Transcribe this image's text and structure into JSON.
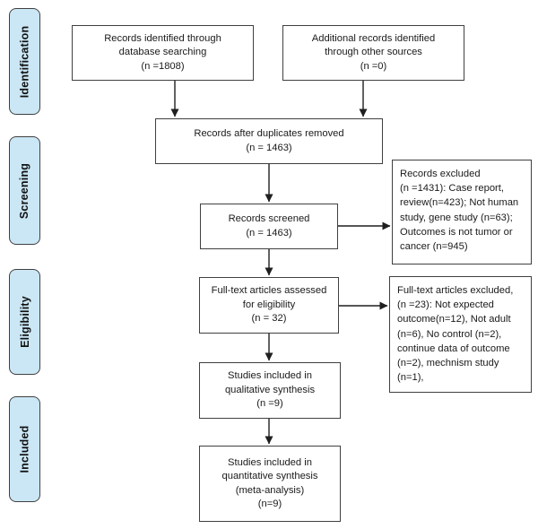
{
  "colors": {
    "stage-fill": "#cbe7f5",
    "stage-border": "#404040",
    "box-border": "#404040",
    "arrow": "#1f1f1f"
  },
  "stages": [
    {
      "label": "Identification"
    },
    {
      "label": "Screening"
    },
    {
      "label": "Eligibility"
    },
    {
      "label": "Included"
    }
  ],
  "boxes": {
    "identified_db": {
      "lines": [
        "Records identified through",
        "database searching",
        "(n =1808)"
      ]
    },
    "identified_other": {
      "lines": [
        "Additional records identified",
        "through other sources",
        "(n =0)"
      ]
    },
    "after_duplicates": {
      "lines": [
        "Records after duplicates removed",
        "(n = 1463)"
      ]
    },
    "screened": {
      "lines": [
        "Records screened",
        "(n = 1463)"
      ]
    },
    "records_excluded": {
      "lines": [
        "Records excluded",
        "(n =1431): Case report,",
        "review(n=423); Not human",
        "study, gene study (n=63);",
        "Outcomes is not tumor or",
        "cancer (n=945)"
      ]
    },
    "fulltext_assessed": {
      "lines": [
        "Full-text articles assessed",
        "for eligibility",
        "(n = 32)"
      ]
    },
    "fulltext_excluded": {
      "lines": [
        "Full-text articles excluded,",
        "(n =23): Not expected",
        "outcome(n=12), Not adult",
        "(n=6), No control (n=2),",
        "continue data of outcome",
        "(n=2), mechnism study",
        "(n=1),"
      ]
    },
    "qualitative": {
      "lines": [
        "Studies included in",
        "qualitative synthesis",
        "(n =9)"
      ]
    },
    "quantitative": {
      "lines": [
        "Studies included in",
        "quantitative synthesis",
        "(meta-analysis)",
        "(n=9)"
      ]
    }
  }
}
